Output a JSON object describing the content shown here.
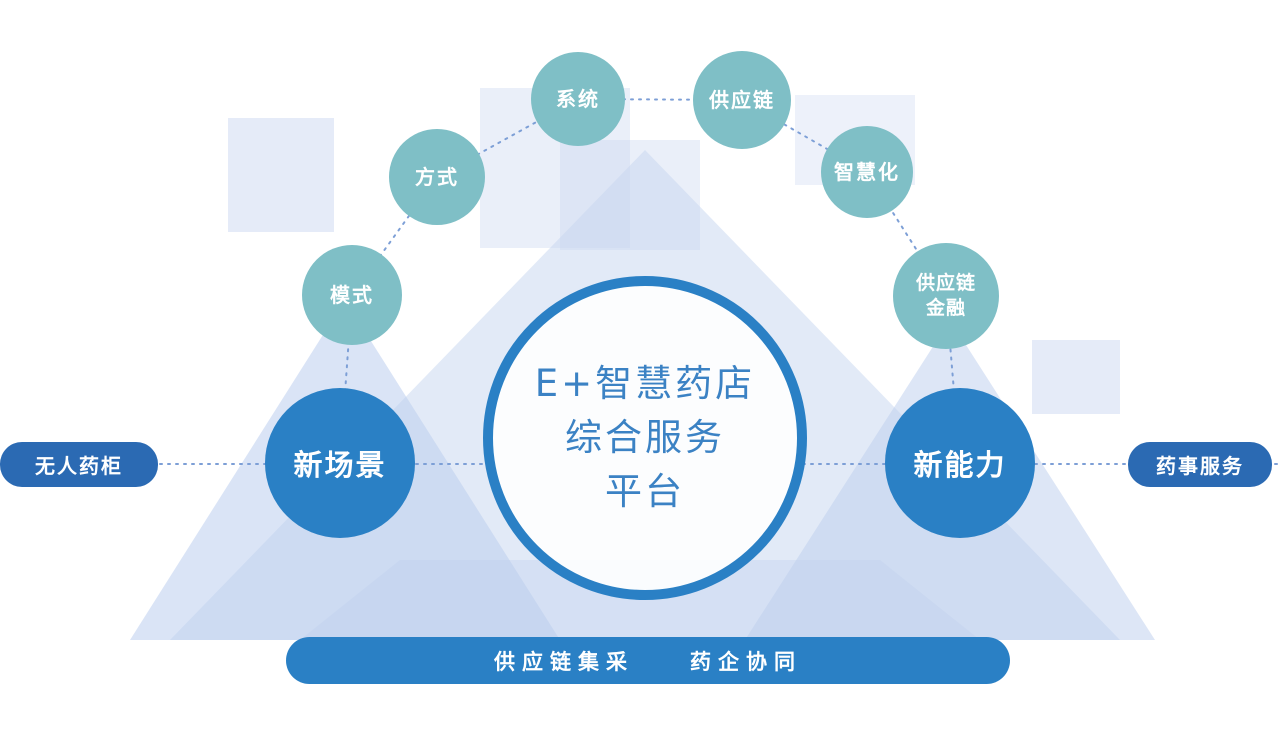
{
  "center_circle": {
    "lines": [
      "E+智慧药店",
      "综合服务",
      "平台"
    ]
  },
  "satellites": [
    {
      "id": "mode",
      "lines": [
        "模式"
      ]
    },
    {
      "id": "method",
      "lines": [
        "方式"
      ]
    },
    {
      "id": "system",
      "lines": [
        "系统"
      ]
    },
    {
      "id": "supply-chain",
      "lines": [
        "供应链"
      ]
    },
    {
      "id": "smartization",
      "lines": [
        "智慧化"
      ]
    },
    {
      "id": "supply-chain-finance",
      "lines": [
        "供应链",
        "金融"
      ]
    }
  ],
  "hubs": [
    {
      "id": "new-scenario",
      "label": "新场景"
    },
    {
      "id": "new-capability",
      "label": "新能力"
    }
  ],
  "pills": [
    {
      "id": "unmanned-medicine-cabinet",
      "label": "无人药柜"
    },
    {
      "id": "pharmaceutical-service",
      "label": "药事服务"
    }
  ],
  "bottom_bar": {
    "items": [
      "供应链集采",
      "药企协同"
    ]
  },
  "colors": {
    "hub_blue": "#2a80c5",
    "teal": "#7fbfc6",
    "pill_blue": "#2b6ab3",
    "center_border": "#2a80c5",
    "center_text": "#3b82c4",
    "dotted_line": "#7d9fd6",
    "background_shape": "#cbd8f1",
    "background_shape_2": "#bccdee"
  }
}
